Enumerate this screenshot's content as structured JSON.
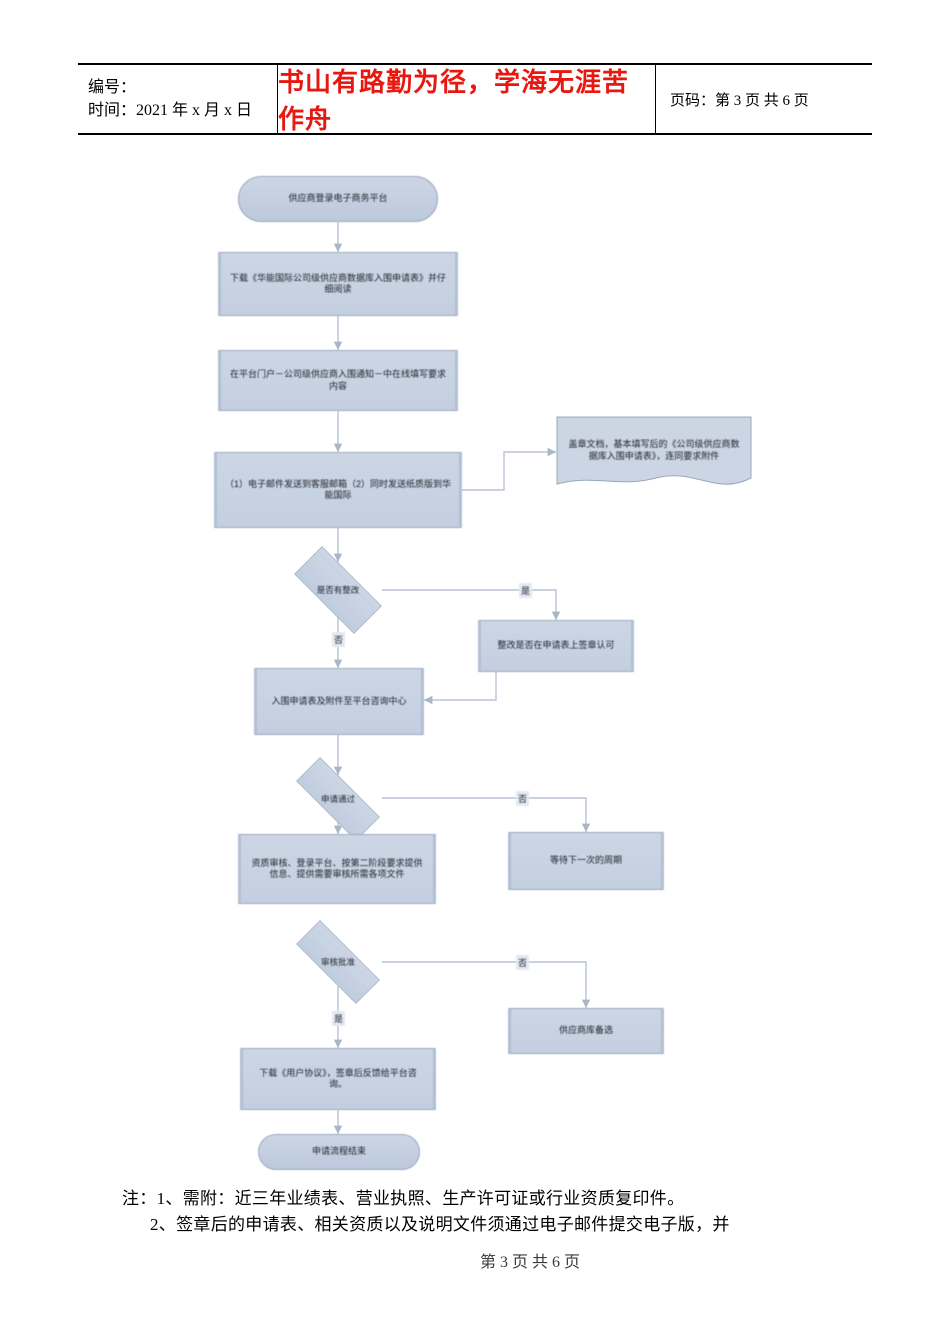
{
  "header": {
    "left_line1": "编号：",
    "left_line2": "时间：2021 年 x 月 x 日",
    "center_slogan": "书山有路勤为径，学海无涯苦作舟",
    "right_label": "页码：",
    "right_current": "第 3 页",
    "right_total": "共 6 页"
  },
  "flow": {
    "nodes": [
      {
        "id": "start",
        "type": "terminator",
        "text": "供应商登录电子商务平台"
      },
      {
        "id": "n1",
        "type": "process",
        "text": "下载《华能国际公司级供应商数据库入围申请表》并仔细阅读"
      },
      {
        "id": "n2",
        "type": "process",
        "text": "在平台门户－公司级供应商入围通知－中在线填写要求内容"
      },
      {
        "id": "n3",
        "type": "process",
        "text": "（1）电子邮件发送到客服邮箱（2）同时发送纸质版到华能国际"
      },
      {
        "id": "doc1",
        "type": "document",
        "text": "盖章文档，基本填写后的《公司级供应商数据库入围申请表》，连同要求附件"
      },
      {
        "id": "d1",
        "type": "decision",
        "text": "是否有整改"
      },
      {
        "id": "n4",
        "type": "process",
        "text": "整改是否在申请表上签章认可"
      },
      {
        "id": "n5",
        "type": "process",
        "text": "入围申请表及附件至平台咨询中心"
      },
      {
        "id": "d2",
        "type": "decision",
        "text": "申请通过"
      },
      {
        "id": "n6",
        "type": "process",
        "text": "资质审核、登录平台、按第二阶段要求提供信息、提供需要审核所需各项文件"
      },
      {
        "id": "n7",
        "type": "process",
        "text": "等待下一次的周期"
      },
      {
        "id": "d3",
        "type": "decision",
        "text": "审核批准"
      },
      {
        "id": "n8",
        "type": "process",
        "text": "供应商库备选"
      },
      {
        "id": "n9",
        "type": "process",
        "text": "下载《用户协议》，签章后反馈给平台咨询。"
      },
      {
        "id": "end",
        "type": "terminator",
        "text": "申请流程结束"
      }
    ],
    "edge_labels": {
      "d1_yes": "是",
      "d1_no": "否",
      "d2_no": "否",
      "d3_no": "否",
      "d3_yes": "是"
    }
  },
  "notes": {
    "note1": "注：1、需附：近三年业绩表、营业执照、生产许可证或行业资质复印件。",
    "note2": "2、签章后的申请表、相关资质以及说明文件须通过电子邮件提交电子版，并"
  },
  "page_footer": {
    "text": "第 3 页 共 6 页"
  },
  "colors": {
    "accent_red": "#e8170f",
    "node_fill": "#ccd6e5",
    "node_stroke": "#9aa8bd",
    "connector": "#b9c3d2"
  }
}
